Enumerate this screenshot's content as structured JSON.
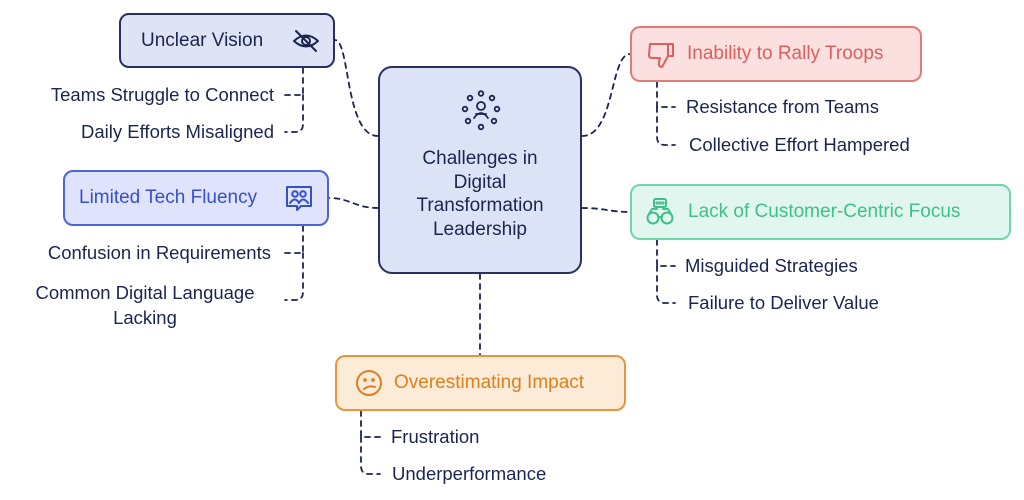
{
  "center": {
    "title": "Challenges in\nDigital\nTransformation\nLeadership",
    "icon": "people-network-icon"
  },
  "branches": {
    "unclear_vision": {
      "label": "Unclear Vision",
      "icon": "eye-off-icon",
      "color": "#27315e",
      "leaves": [
        "Teams Struggle to Connect",
        "Daily Efforts Misaligned"
      ]
    },
    "tech_fluency": {
      "label": "Limited Tech Fluency",
      "icon": "people-chat-icon",
      "color": "#4b64d8",
      "leaves": [
        "Confusion in Requirements",
        "Common Digital Language\nLacking"
      ]
    },
    "rally_troops": {
      "label": "Inability to Rally Troops",
      "icon": "thumbs-down-icon",
      "color": "#e27b78",
      "leaves": [
        "Resistance from Teams",
        "Collective Effort Hampered"
      ]
    },
    "customer_focus": {
      "label": "Lack of Customer-Centric Focus",
      "icon": "binoculars-icon",
      "color": "#6fd5ab",
      "leaves": [
        "Misguided Strategies",
        "Failure to Deliver Value"
      ]
    },
    "overestimating": {
      "label": "Overestimating Impact",
      "icon": "confused-face-icon",
      "color": "#e9953f",
      "leaves": [
        "Frustration",
        "Underperformance"
      ]
    }
  }
}
